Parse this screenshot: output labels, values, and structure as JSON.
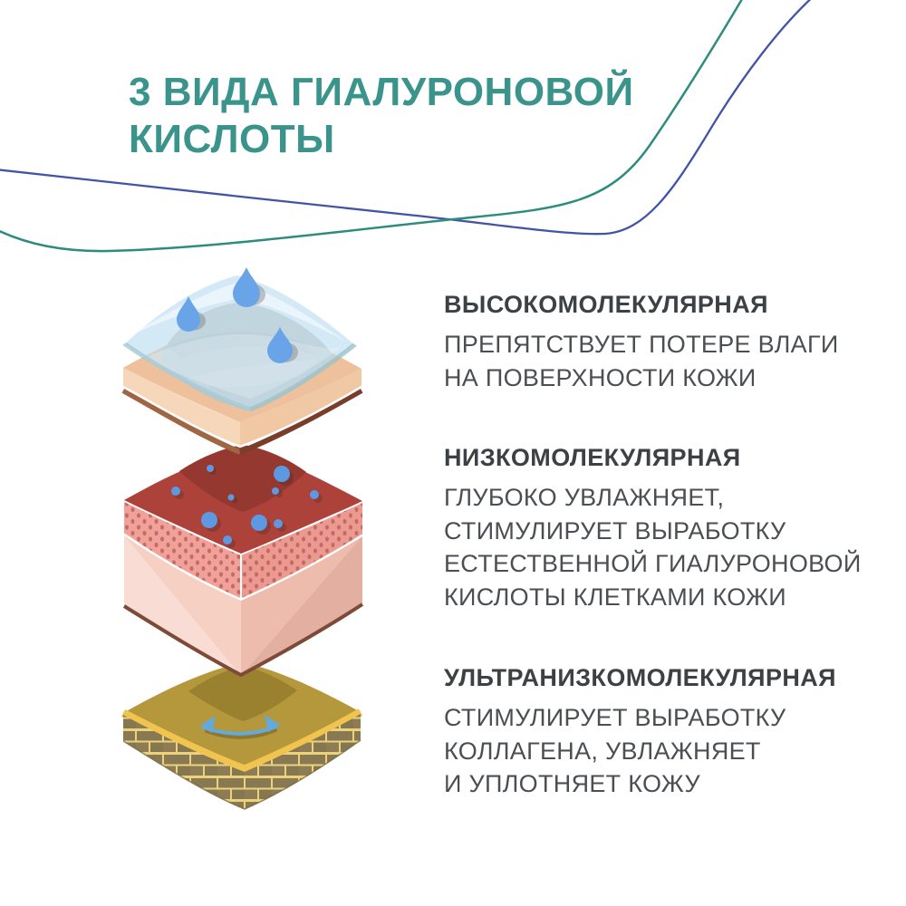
{
  "title": {
    "line1": "3 ВИДА ГИАЛУРОНОВОЙ",
    "line2": "КИСЛОТЫ"
  },
  "sections": [
    {
      "heading": "ВЫСОКОМОЛЕКУЛЯРНАЯ",
      "lines": [
        "ПРЕПЯТСТВУЕТ ПОТЕРЕ ВЛАГИ",
        "НА ПОВЕРХНОСТИ КОЖИ"
      ]
    },
    {
      "heading": "НИЗКОМОЛЕКУЛЯРНАЯ",
      "lines": [
        "ГЛУБОКО УВЛАЖНЯЕТ,",
        "СТИМУЛИРУЕТ ВЫРАБОТКУ",
        "ЕСТЕСТВЕННОЙ ГИАЛУРОНОВОЙ",
        "КИСЛОТЫ КЛЕТКАМИ КОЖИ"
      ]
    },
    {
      "heading": "УЛЬТРАНИЗКОМОЛЕКУЛЯРНАЯ",
      "lines": [
        "СТИМУЛИРУЕТ ВЫРАБОТКУ",
        "КОЛЛАГЕНА, УВЛАЖНЯЕТ",
        "И УПЛОТНЯЕТ КОЖУ"
      ]
    }
  ],
  "illustration": {
    "layers": [
      "skin-surface-film-with-water-drops",
      "dermis-with-hyaluronic-molecules",
      "deep-layer-collagen-bricks-with-flex-arrow"
    ],
    "water_drop_count": 3,
    "molecule_dot_count": 10
  },
  "colors": {
    "title_teal": "#3A948B",
    "heading_gray": "#3E4144",
    "body_gray": "#4B4E52",
    "line_green": "#2E8C7E",
    "line_blue": "#4254A6",
    "drop_blue": "#69A4E8",
    "film_blue": "#BEDDF2",
    "epidermis_beige": "#EEC19C",
    "epidermis_face": "#F6D7BA",
    "dermis_red": "#AD423B",
    "dermis_band_pink": "#F0A29A",
    "dermis_face_pink": "#F7D0C4",
    "hypodermis_olive": "#B5973C",
    "brick_mortar_gold": "#ECD27C",
    "brick_fill": "#887952",
    "band_gold": "#F0C44E",
    "arrow_blue": "#64A9DA",
    "background": "#FFFFFF"
  }
}
